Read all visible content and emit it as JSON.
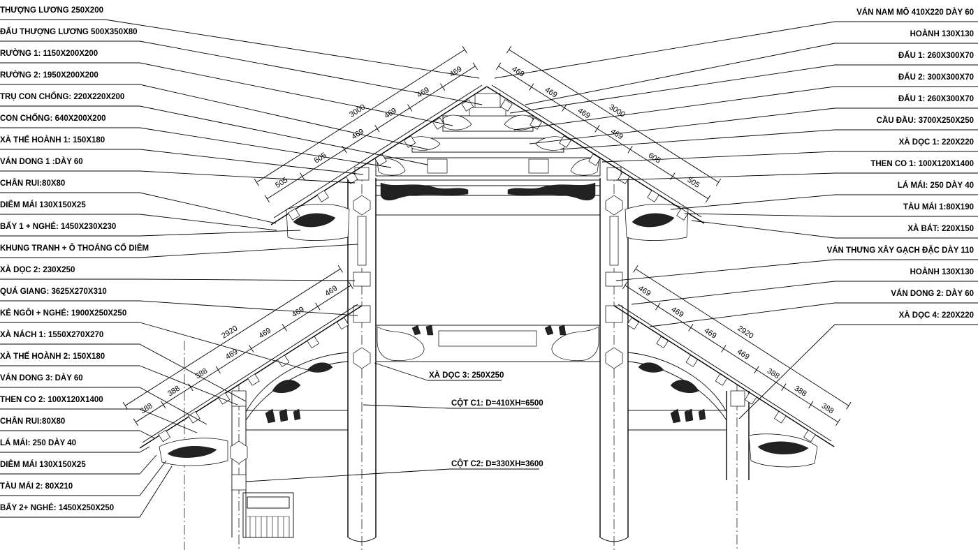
{
  "left_labels": [
    "THƯỢNG LƯƠNG 250X200",
    "ĐẤU THƯỢNG LƯƠNG 500X350X80",
    "RƯỜNG 1: 1150X200X200",
    "RƯỜNG 2: 1950X200X200",
    "TRỤ CON CHỐNG: 220X220X200",
    "CON CHỐNG: 640X200X200",
    "XÀ THẾ HOÀNH 1: 150X180",
    "VÁN DONG 1 :DÀY 60",
    "CHÂN RUI:80X80",
    "DIÊM MÁI 130X150X25",
    "BẨY 1 + NGHÉ: 1450X230X230",
    "KHUNG TRANH + Ô THOÁNG CỔ DIÊM",
    "XÀ DỌC 2: 230X250",
    "QUÁ GIANG: 3625X270X310",
    "KẺ NGỖI + NGHÉ: 1900X250X250",
    "XÀ NÁCH 1: 1550X270X270",
    "XÀ THẾ HOÀNH 2: 150X180",
    "VÁN DONG 3: DÀY 60",
    "THEN CO 2: 100X120X1400",
    "CHÂN RUI:80X80",
    "LÁ MÁI: 250 DÀY 40",
    "DIÊM MÁI 130X150X25",
    "TÀU MÁI 2: 80X210",
    "BẨY 2+ NGHÉ: 1450X250X250"
  ],
  "right_labels": [
    "VÁN NAM MÔ 410X220 DÀY 60",
    "HOÀNH 130X130",
    "ĐẤU 1: 260X300X70",
    "ĐẤU 2: 300X300X70",
    "ĐẤU 1: 260X300X70",
    "CẦU ĐẦU: 3700X250X250",
    "XÀ DỌC 1: 220X220",
    "THEN CO 1: 100X120X1400",
    "LÁ MÁI: 250 DÀY 40",
    "TÀU MÁI 1:80X190",
    "XÀ BÁT: 220X150",
    "VÁN THƯNG XÂY GẠCH ĐẶC DÀY 110",
    "HOÀNH 130X130",
    "VÁN DONG 2: DÀY 60",
    "XÀ DỌC 4: 220X220"
  ],
  "center_labels": {
    "xa_doc_3": "XÀ DỌC 3: 250X250",
    "cot_c1": "CỘT C1: D=410XH=6500",
    "cot_c2": "CỘT C2: D=330XH=3600"
  },
  "dims": {
    "upper_left": [
      "505",
      "605",
      "469",
      "469",
      "469",
      "469"
    ],
    "upper_left_total": "3000",
    "upper_right": [
      "469",
      "469",
      "469",
      "469",
      "605",
      "505"
    ],
    "upper_right_total": "3000",
    "lower_left": [
      "388",
      "388",
      "388",
      "469",
      "469",
      "469",
      "469"
    ],
    "lower_left_total": "2920",
    "lower_right": [
      "469",
      "469",
      "469",
      "469",
      "388",
      "388",
      "388"
    ],
    "lower_right_total": "2920"
  }
}
